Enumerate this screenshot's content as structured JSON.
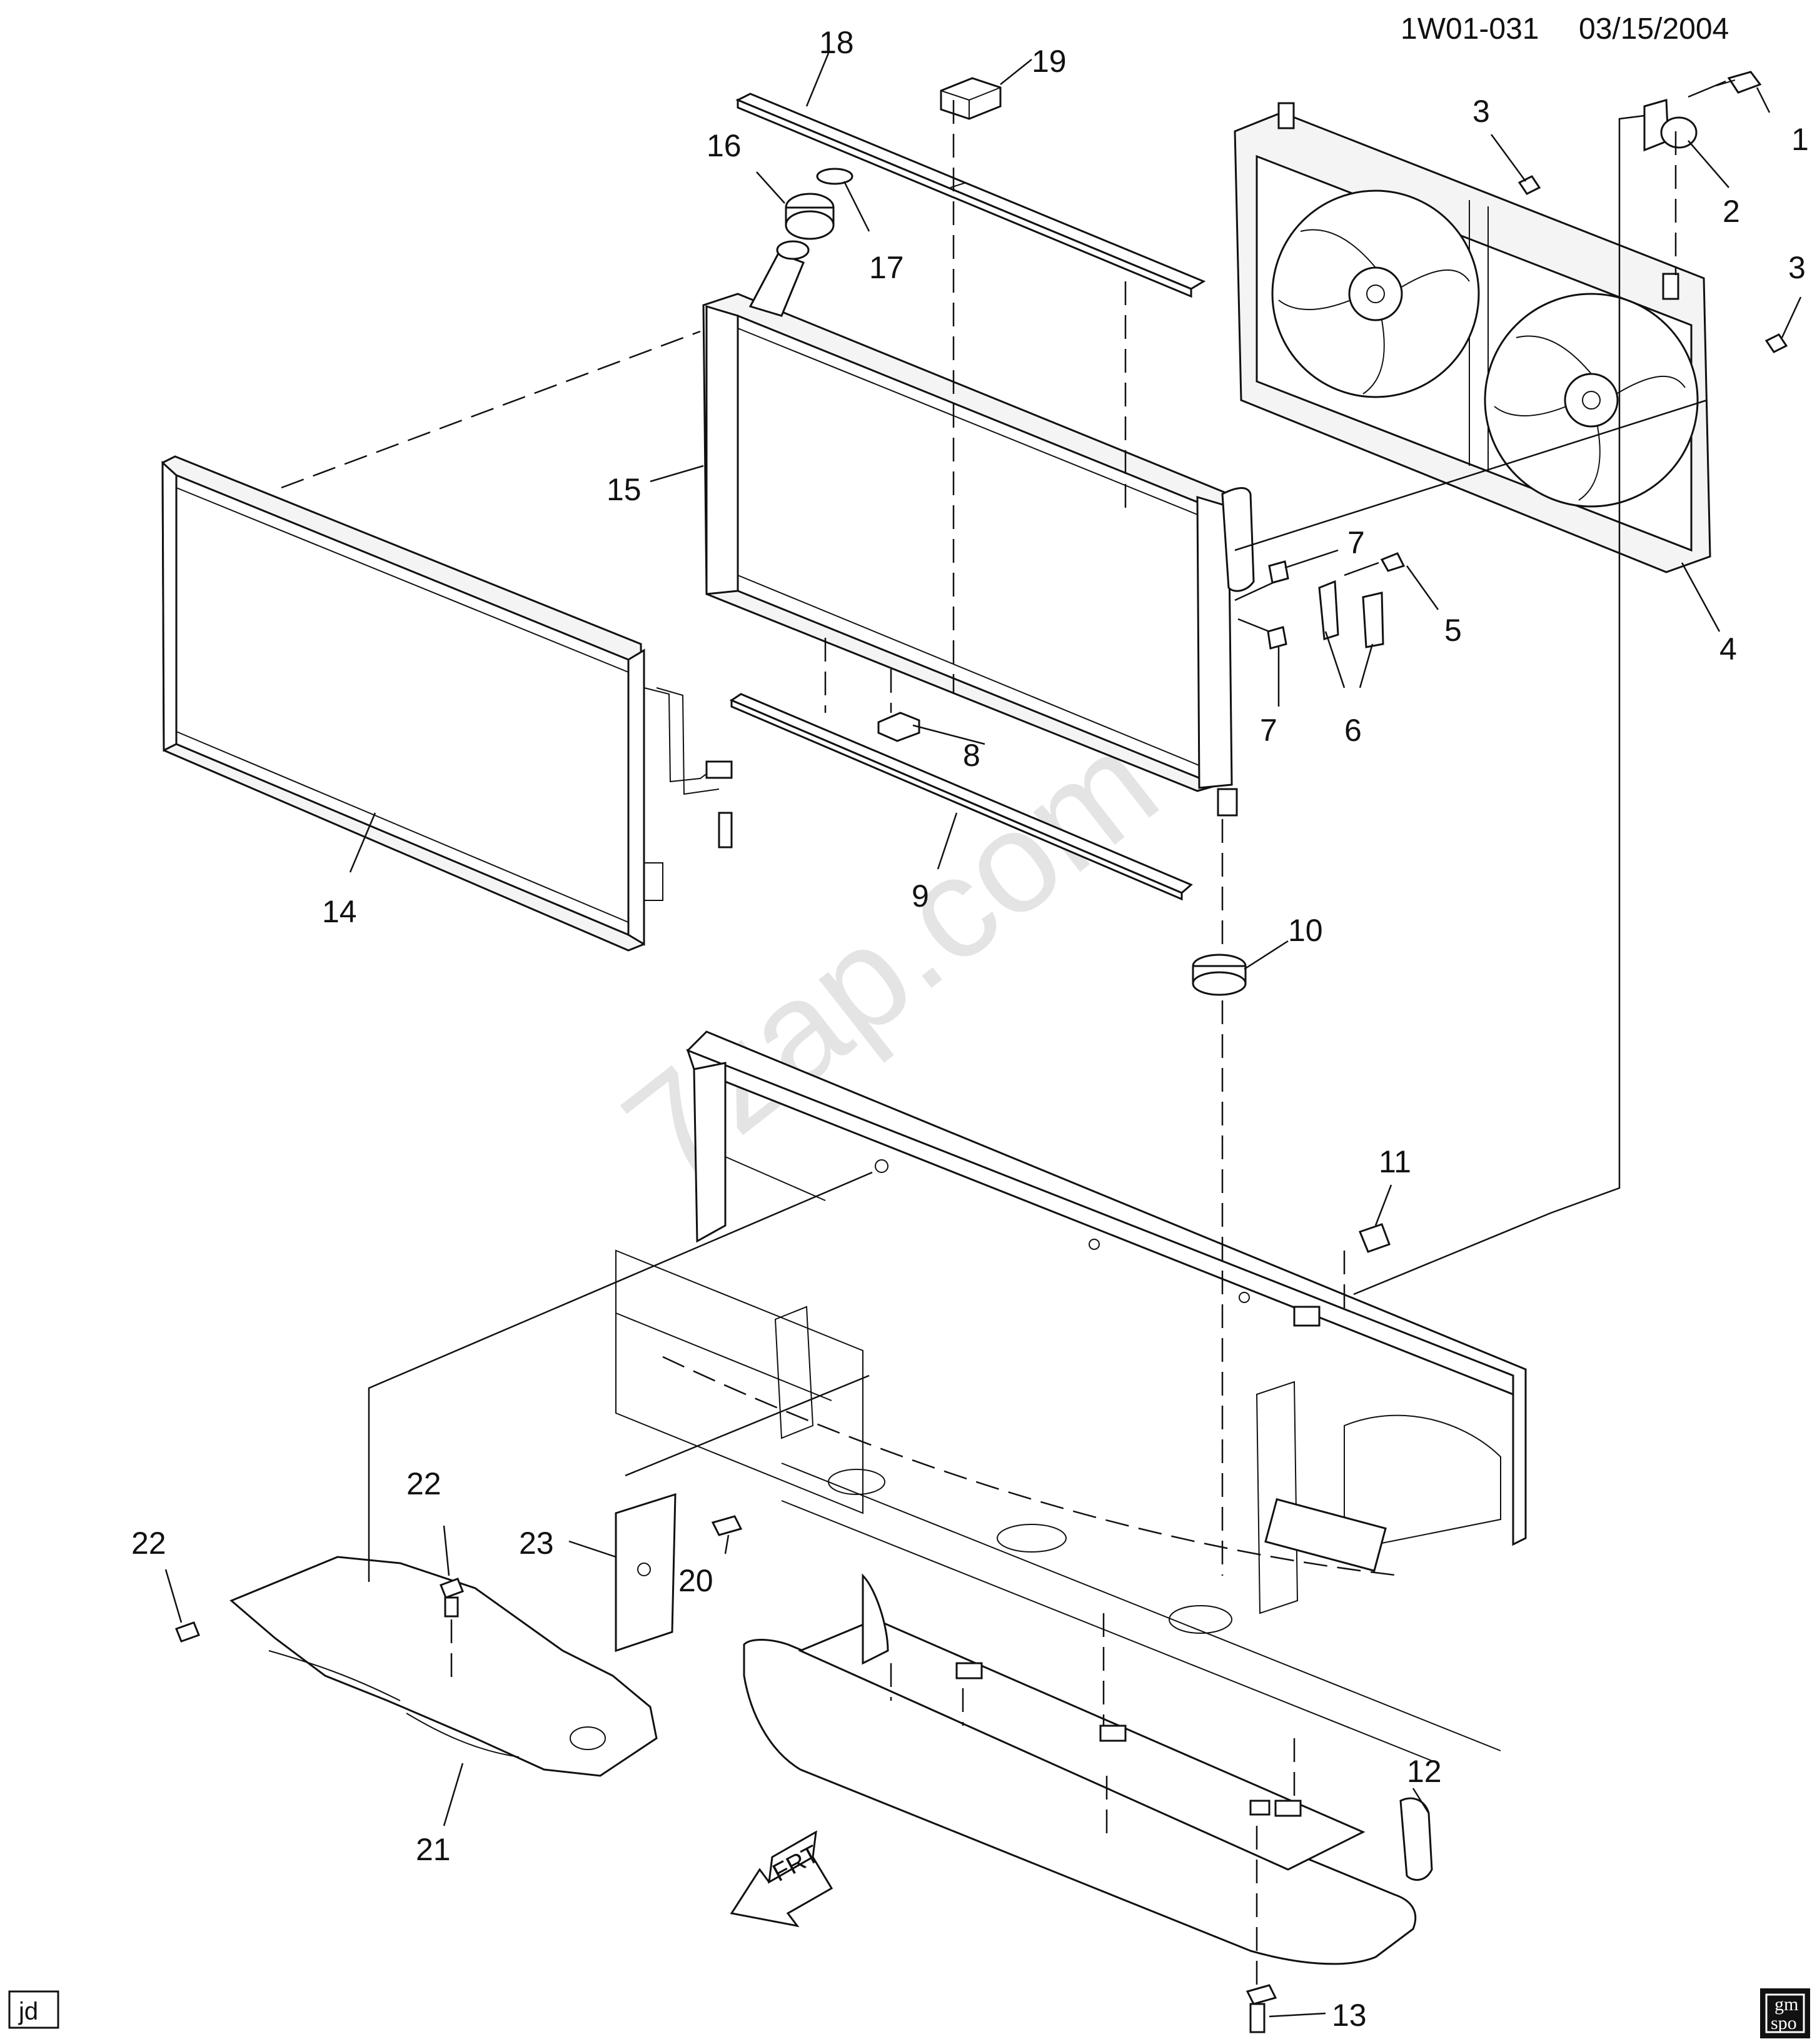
{
  "header": {
    "diagram_code": "1W01-031",
    "date": "03/15/2004"
  },
  "watermark": "7zap.com",
  "corner_tag": "jd",
  "arrow_label": "FRT",
  "logo": {
    "line1": "gm",
    "line2": "spo"
  },
  "callouts": {
    "c1": "1",
    "c2": "2",
    "c3a": "3",
    "c3b": "3",
    "c4": "4",
    "c5": "5",
    "c6": "6",
    "c7a": "7",
    "c7b": "7",
    "c8": "8",
    "c9": "9",
    "c10": "10",
    "c11": "11",
    "c12": "12",
    "c13": "13",
    "c14": "14",
    "c15": "15",
    "c16": "16",
    "c17": "17",
    "c18": "18",
    "c19": "19",
    "c20": "20",
    "c21": "21",
    "c22a": "22",
    "c22b": "22",
    "c23": "23"
  },
  "colors": {
    "line": "#111111",
    "watermark": "#cfcfcf",
    "background": "#ffffff"
  }
}
